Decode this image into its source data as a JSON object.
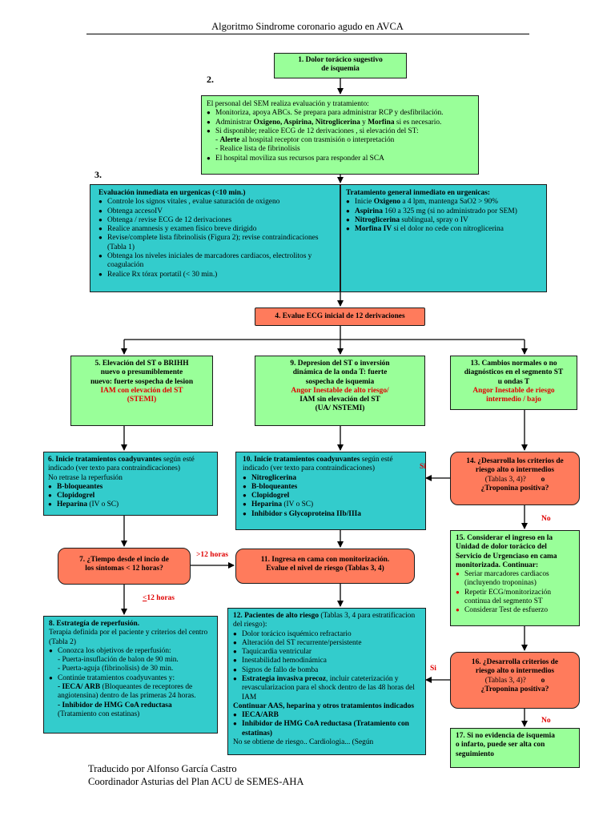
{
  "title": "Algoritmo Sindrome coronario agudo  en AVCA",
  "step_numbers": {
    "two": "2.",
    "three": "3."
  },
  "box1": {
    "line1": "1.  Dolor torácico sugestivo",
    "line2": "de isquemia"
  },
  "box2": {
    "intro": "El personal del SEM realiza evaluación y tratamiento:",
    "b1": "Monitoriza, apoya ABCs. Se prepara para administrar RCP y desfibrilación.",
    "b2_pre": "Administrar ",
    "b2_bold": "Oxigeno, Aspirina, Nitroglicerina",
    "b2_mid": "  y  ",
    "b2_bold2": "Morfina",
    "b2_post": "  si es necesario.",
    "b3": "Si disponible; realice ECG de 12 derivaciones , si elevación del ST:",
    "s1_pre": "- ",
    "s1_bold": "Alerte",
    "s1_post": " al hospital receptor con trasmisión o interpretación",
    "s2": "- Realice lista  de fibrinolisis",
    "b4": "El hospital moviliza sus recursos para responder al SCA"
  },
  "box3a": {
    "heading": "Evaluación inmediata  en urgenicas (<10 min.)",
    "items": [
      "Controle los signos vitales , evalue saturación de oxigeno",
      "Obtenga accesoIV",
      "Obtenga / revise ECG de 12 derivaciones",
      "Realice anamnesis y examen físico breve dirigido",
      "Revise/complete lista fibrinolisis (Figura 2); revise contraindicaciones (Tabla 1)",
      "Obtenga los niveles iniciales de marcadores cardiacos, electrolitos y coagulación",
      "Realice Rx tórax portatil (< 30 min.)"
    ]
  },
  "box3b": {
    "heading": "Tratamiento general inmediato en urgenicas:",
    "i1_pre": "Inicie ",
    "i1_bold": "Oxigeno",
    "i1_post": " a 4 lpm, mantenga SaO2 > 90%",
    "i2_bold": "Aspirina",
    "i2_post": " 160 a 325 mg (si no administrado por SEM)",
    "i3_bold": "Nitroglicerina",
    "i3_post": " sublingual, spray o IV",
    "i4_bold": "Morfina IV",
    "i4_post": "  si el dolor no cede con nitroglicerina"
  },
  "box4": {
    "text": "4. Evalue ECG inicial de 12 derivaciones"
  },
  "box5": {
    "l1": "5. Elevación del ST o BRIHH",
    "l2": "nuevo o presumiblemente",
    "l3": "nuevo: fuerte sospecha de lesion",
    "r1": "IAM con elevación del ST",
    "r2": "(STEMI)"
  },
  "box9": {
    "l1": "9. Depresion del ST o inversión",
    "l2": "dinámica de la onda T: fuerte",
    "l3": "sospecha de isquemia",
    "r1": "Angor Inestable de alto riesgo/",
    "l4": "IAM sin elevación del ST",
    "l5": "(UA/ NSTEMI)"
  },
  "box13": {
    "l1": "13. Cambios normales o no",
    "l2": "diagnósticos en el segmento ST",
    "l3": "u ondas T",
    "r1": "Angor Inestable de riesgo",
    "r2": "intermedio / bajo"
  },
  "box6": {
    "h_bold": "6. Inicie tratamientos coadyuvantes",
    "h_post": " según esté indicado (ver texto para contraindicaciones)",
    "line2": "No retrase la reperfusión",
    "i1": "B-bloqueantes",
    "i2": "Clopidogrel",
    "i3_bold": "Heparina",
    "i3_post": " (IV o SC)"
  },
  "box10": {
    "h_bold": "10. Inicie tratamientos coadyuvantes",
    "h_post": " según esté indicado (ver texto para contraindicaciones)",
    "i1": "Nitroglicerina",
    "i2": "B-bloqueantes",
    "i3": "Clopidogrel",
    "i4_bold": "Heparina",
    "i4_post": " (IV o SC)",
    "i5": "Inhibidor s Glycoproteina IIb/IIIa"
  },
  "box14": {
    "l1": "14. ¿Desarrolla los criterios de",
    "l2": "riesgo alto o intermedios",
    "l3a": "(Tablas 3, 4)?",
    "l3b": "o",
    "l4": "¿Troponina positiva?"
  },
  "box7": {
    "l1": "7.  ¿Tiempo desde el incio de",
    "l2": "los síntomas < 12 horas?"
  },
  "box11": {
    "l1": "11.  Ingresa en cama con monitorización.",
    "l2": "Evalue el nivel de riesgo (Tablas 3, 4)"
  },
  "box15": {
    "h1": "15. Considerar el ingreso en  la",
    "h2": "Unidad de dolor torácico del",
    "h3": "Servicio de Urgenciaso en cama",
    "h4": "monitorizada. Continuar:",
    "items": [
      "Seriar marcadores cardiacos (incluyendo troponinas)",
      "Repetir ECG/monitorización continua del segmento ST",
      "Considerar Test de esfuerzo"
    ]
  },
  "box8": {
    "h": "8. Estrategía de reperfusión.",
    "t": "Terapia definida por el paciente y criterios del centro (Tabla 2)",
    "b1": "Conozca los objetivos de reperfusión:",
    "s1": "- Puerta-insuflación de balon de 90 min.",
    "s2": "- Puerta-aguja (fibrinolisis) de 30 min.",
    "b2": "Continúe tratamientos coadyuvantes y:",
    "s3_bold": "- IECA/ ARB",
    "s3_post": " (Bloqueantes de receptores de angiotensina) dentro de las primeras 24 horas.",
    "s4_bold": "- Inhibidor de HMG CoA reductasa",
    "s4_post": " (Tratamiento con estatinas)"
  },
  "box12": {
    "h_bold": "12. Pacientes de alto riesgo",
    "h_post": " (Tablas 3, 4 para estratificacion del riesgo):",
    "items": [
      "Dolor torácico isquémico refractario",
      "Alteración del ST recurrente/persistente",
      "Taquicardia ventricular",
      "Inestabilidad hemodinámica",
      "Signos de fallo de bomba"
    ],
    "i6_bold": "Estrategia invasiva precoz",
    "i6_post": ", incluir cateterización y revascularizacion para el shock dentro de las 48 horas del IAM",
    "cont": "Continuar AAS, heparina y otros tratamientos indicados",
    "j1": "IECA/ARB",
    "j2": "Inhibidor de HMG CoA reductasa (Tratamiento con estatinas)",
    "trunc": "No   se obtiene de riesgo..  Cardiologia... (Según"
  },
  "box16": {
    "l1": "16.   ¿Desarrolla  criterios  de",
    "l2": "riesgo    alto    o    intermedios",
    "l3a": "(Tablas 3, 4)?",
    "l3b": "o",
    "l4": "¿Troponina positiva?"
  },
  "box17": {
    "l1": "17.  Si no evidencia de isquemia",
    "l2": "o infarto, puede ser alta con",
    "l3": "seguimiento"
  },
  "labels": {
    "si1": "Si",
    "no1": "No",
    "gt12": ">12  horas",
    "le12_pre": "<",
    "le12_post": "12  horas",
    "si2": "Si",
    "no2": "No"
  },
  "footer": {
    "line1": "Traducido por Alfonso García Castro",
    "line2": "Coordinador Asturias del Plan ACU de SEMES-AHA"
  }
}
